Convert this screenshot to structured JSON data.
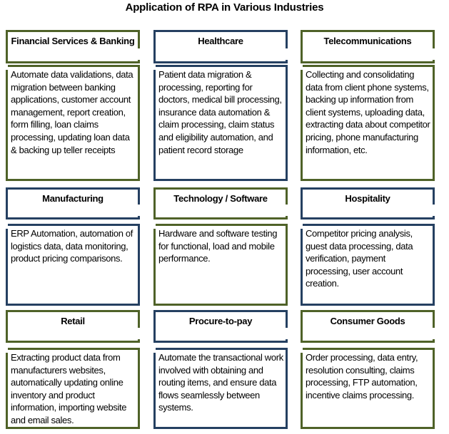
{
  "title": "Application of RPA in Various Industries",
  "colors": {
    "green": "#4f6228",
    "blue": "#254061"
  },
  "industries": [
    {
      "name": "Financial Services & Banking",
      "color": "green",
      "description": "Automate data validations, data migration between banking applications, customer account management, report creation, form filling, loan claims processing, updating loan data & backing up teller receipts"
    },
    {
      "name": "Healthcare",
      "color": "blue",
      "description": "Patient data migration & processing, reporting for doctors, medical bill processing, insurance data automation & claim processing, claim status and eligibility automation, and patient record storage"
    },
    {
      "name": "Telecommunications",
      "color": "green",
      "description": "Collecting and consolidating data from client phone systems, backing up information from client systems, uploading data, extracting data about competitor pricing, phone manufacturing information, etc."
    },
    {
      "name": "Manufacturing",
      "color": "blue",
      "description": "ERP Automation, automation of logistics data, data monitoring, product pricing comparisons."
    },
    {
      "name": "Technology / Software",
      "color": "green",
      "description": "Hardware and software testing for functional, load and mobile performance."
    },
    {
      "name": "Hospitality",
      "color": "blue",
      "description": "Competitor pricing analysis, guest data processing, data verification, payment processing, user account creation."
    },
    {
      "name": "Retail",
      "color": "green",
      "description": "Extracting product data from manufacturers websites, automatically updating online inventory and product information, importing website and email sales."
    },
    {
      "name": "Procure-to-pay",
      "color": "blue",
      "description": "Automate the transactional work involved with obtaining and routing items, and ensure data flows seamlessly between systems."
    },
    {
      "name": "Consumer Goods",
      "color": "green",
      "description": "Order processing, data entry, resolution consulting, claims processing, FTP automation, incentive  claims processing."
    }
  ]
}
